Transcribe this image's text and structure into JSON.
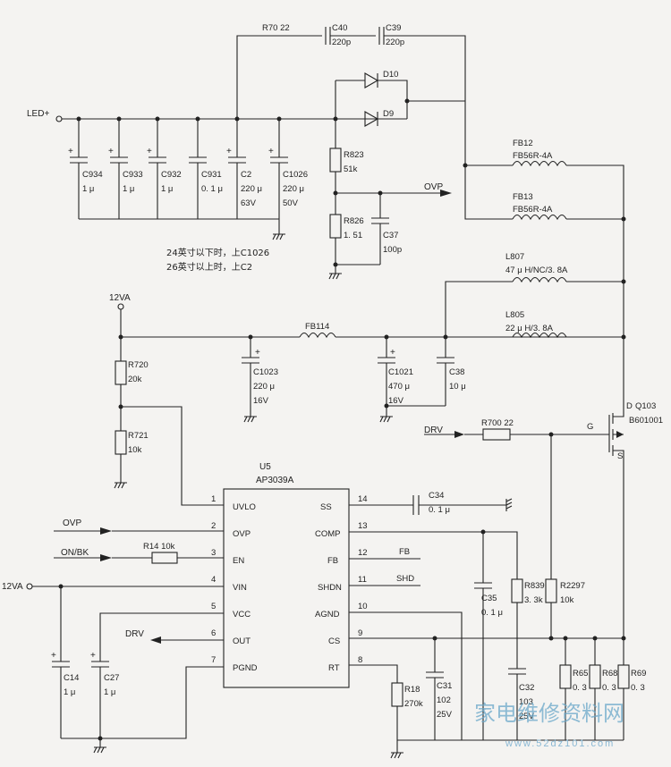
{
  "nets": {
    "led_plus": "LED+",
    "ovp": "OVP",
    "v12a": "12VA",
    "drv": "DRV",
    "on_bk": "ON/BK",
    "fb": "FB",
    "shd": "SHD"
  },
  "note": {
    "line1": "24英寸以下时，上C1026",
    "line2": "26英寸以上时，上C2"
  },
  "top_section": {
    "r70": "R70  22",
    "c40": "C40",
    "c40_val": "220p",
    "c39": "C39",
    "c39_val": "220p",
    "d10": "D10",
    "d9": "D9",
    "c934": "C934",
    "c934_val": "1 μ",
    "c933": "C933",
    "c933_val": "1 μ",
    "c932": "C932",
    "c932_val": "1 μ",
    "c931": "C931",
    "c931_val": "0. 1 μ",
    "c2": "C2",
    "c2_val": "220 μ",
    "c2_v": "63V",
    "c1026": "C1026",
    "c1026_val": "220 μ",
    "c1026_v": "50V",
    "r823": "R823",
    "r823_val": "51k",
    "r826": "R826",
    "r826_val": "1. 51",
    "c37": "C37",
    "c37_val": "100p",
    "fb12": "FB12",
    "fb12_val": "FB56R-4A",
    "fb13": "FB13",
    "fb13_val": "FB56R-4A"
  },
  "mid_section": {
    "l807": "L807",
    "l807_val": "47 μ H/NC/3. 8A",
    "l805": "L805",
    "l805_val": "22 μ H/3. 8A",
    "fb114": "FB114",
    "r720": "R720",
    "r720_val": "20k",
    "r721": "R721",
    "r721_val": "10k",
    "c1023": "C1023",
    "c1023_val": "220 μ",
    "c1023_v": "16V",
    "c1021": "C1021",
    "c1021_val": "470 μ",
    "c1021_v": "16V",
    "c38": "C38",
    "c38_val": "10 μ",
    "q103": "Q103",
    "q103_part": "B601001",
    "q_d": "D",
    "q_g": "G",
    "q_s": "S",
    "r700": "R700  22"
  },
  "ic": {
    "ref": "U5",
    "part": "AP3039A",
    "left_pins": [
      {
        "num": "1",
        "name": "UVLO"
      },
      {
        "num": "2",
        "name": "OVP"
      },
      {
        "num": "3",
        "name": "EN"
      },
      {
        "num": "4",
        "name": "VIN"
      },
      {
        "num": "5",
        "name": "VCC"
      },
      {
        "num": "6",
        "name": "OUT"
      },
      {
        "num": "7",
        "name": "PGND"
      }
    ],
    "right_pins": [
      {
        "num": "14",
        "name": "SS"
      },
      {
        "num": "13",
        "name": "COMP"
      },
      {
        "num": "12",
        "name": "FB"
      },
      {
        "num": "11",
        "name": "SHDN"
      },
      {
        "num": "10",
        "name": "AGND"
      },
      {
        "num": "9",
        "name": "CS"
      },
      {
        "num": "8",
        "name": "RT"
      }
    ]
  },
  "bottom_section": {
    "r14": "R14  10k",
    "c34": "C34",
    "c34_val": "0. 1 μ",
    "c14": "C14",
    "c14_val": "1 μ",
    "c27": "C27",
    "c27_val": "1 μ",
    "r18": "R18",
    "r18_val": "270k",
    "c31": "C31",
    "c31_val": "102",
    "c31_v": "25V",
    "c35": "C35",
    "c35_val": "0. 1 μ",
    "c32": "C32",
    "c32_val": "103",
    "c32_v": "25V",
    "r839": "R839",
    "r839_val": "3. 3k",
    "r2297": "R2297",
    "r2297_val": "10k",
    "r65": "R65",
    "r65_val": "0. 3",
    "r68": "R68",
    "r68_val": "0. 3",
    "r69": "R69",
    "r69_val": "0. 3"
  },
  "watermark": {
    "text": "家电维修资料网",
    "url": "www.52dz101.com"
  }
}
